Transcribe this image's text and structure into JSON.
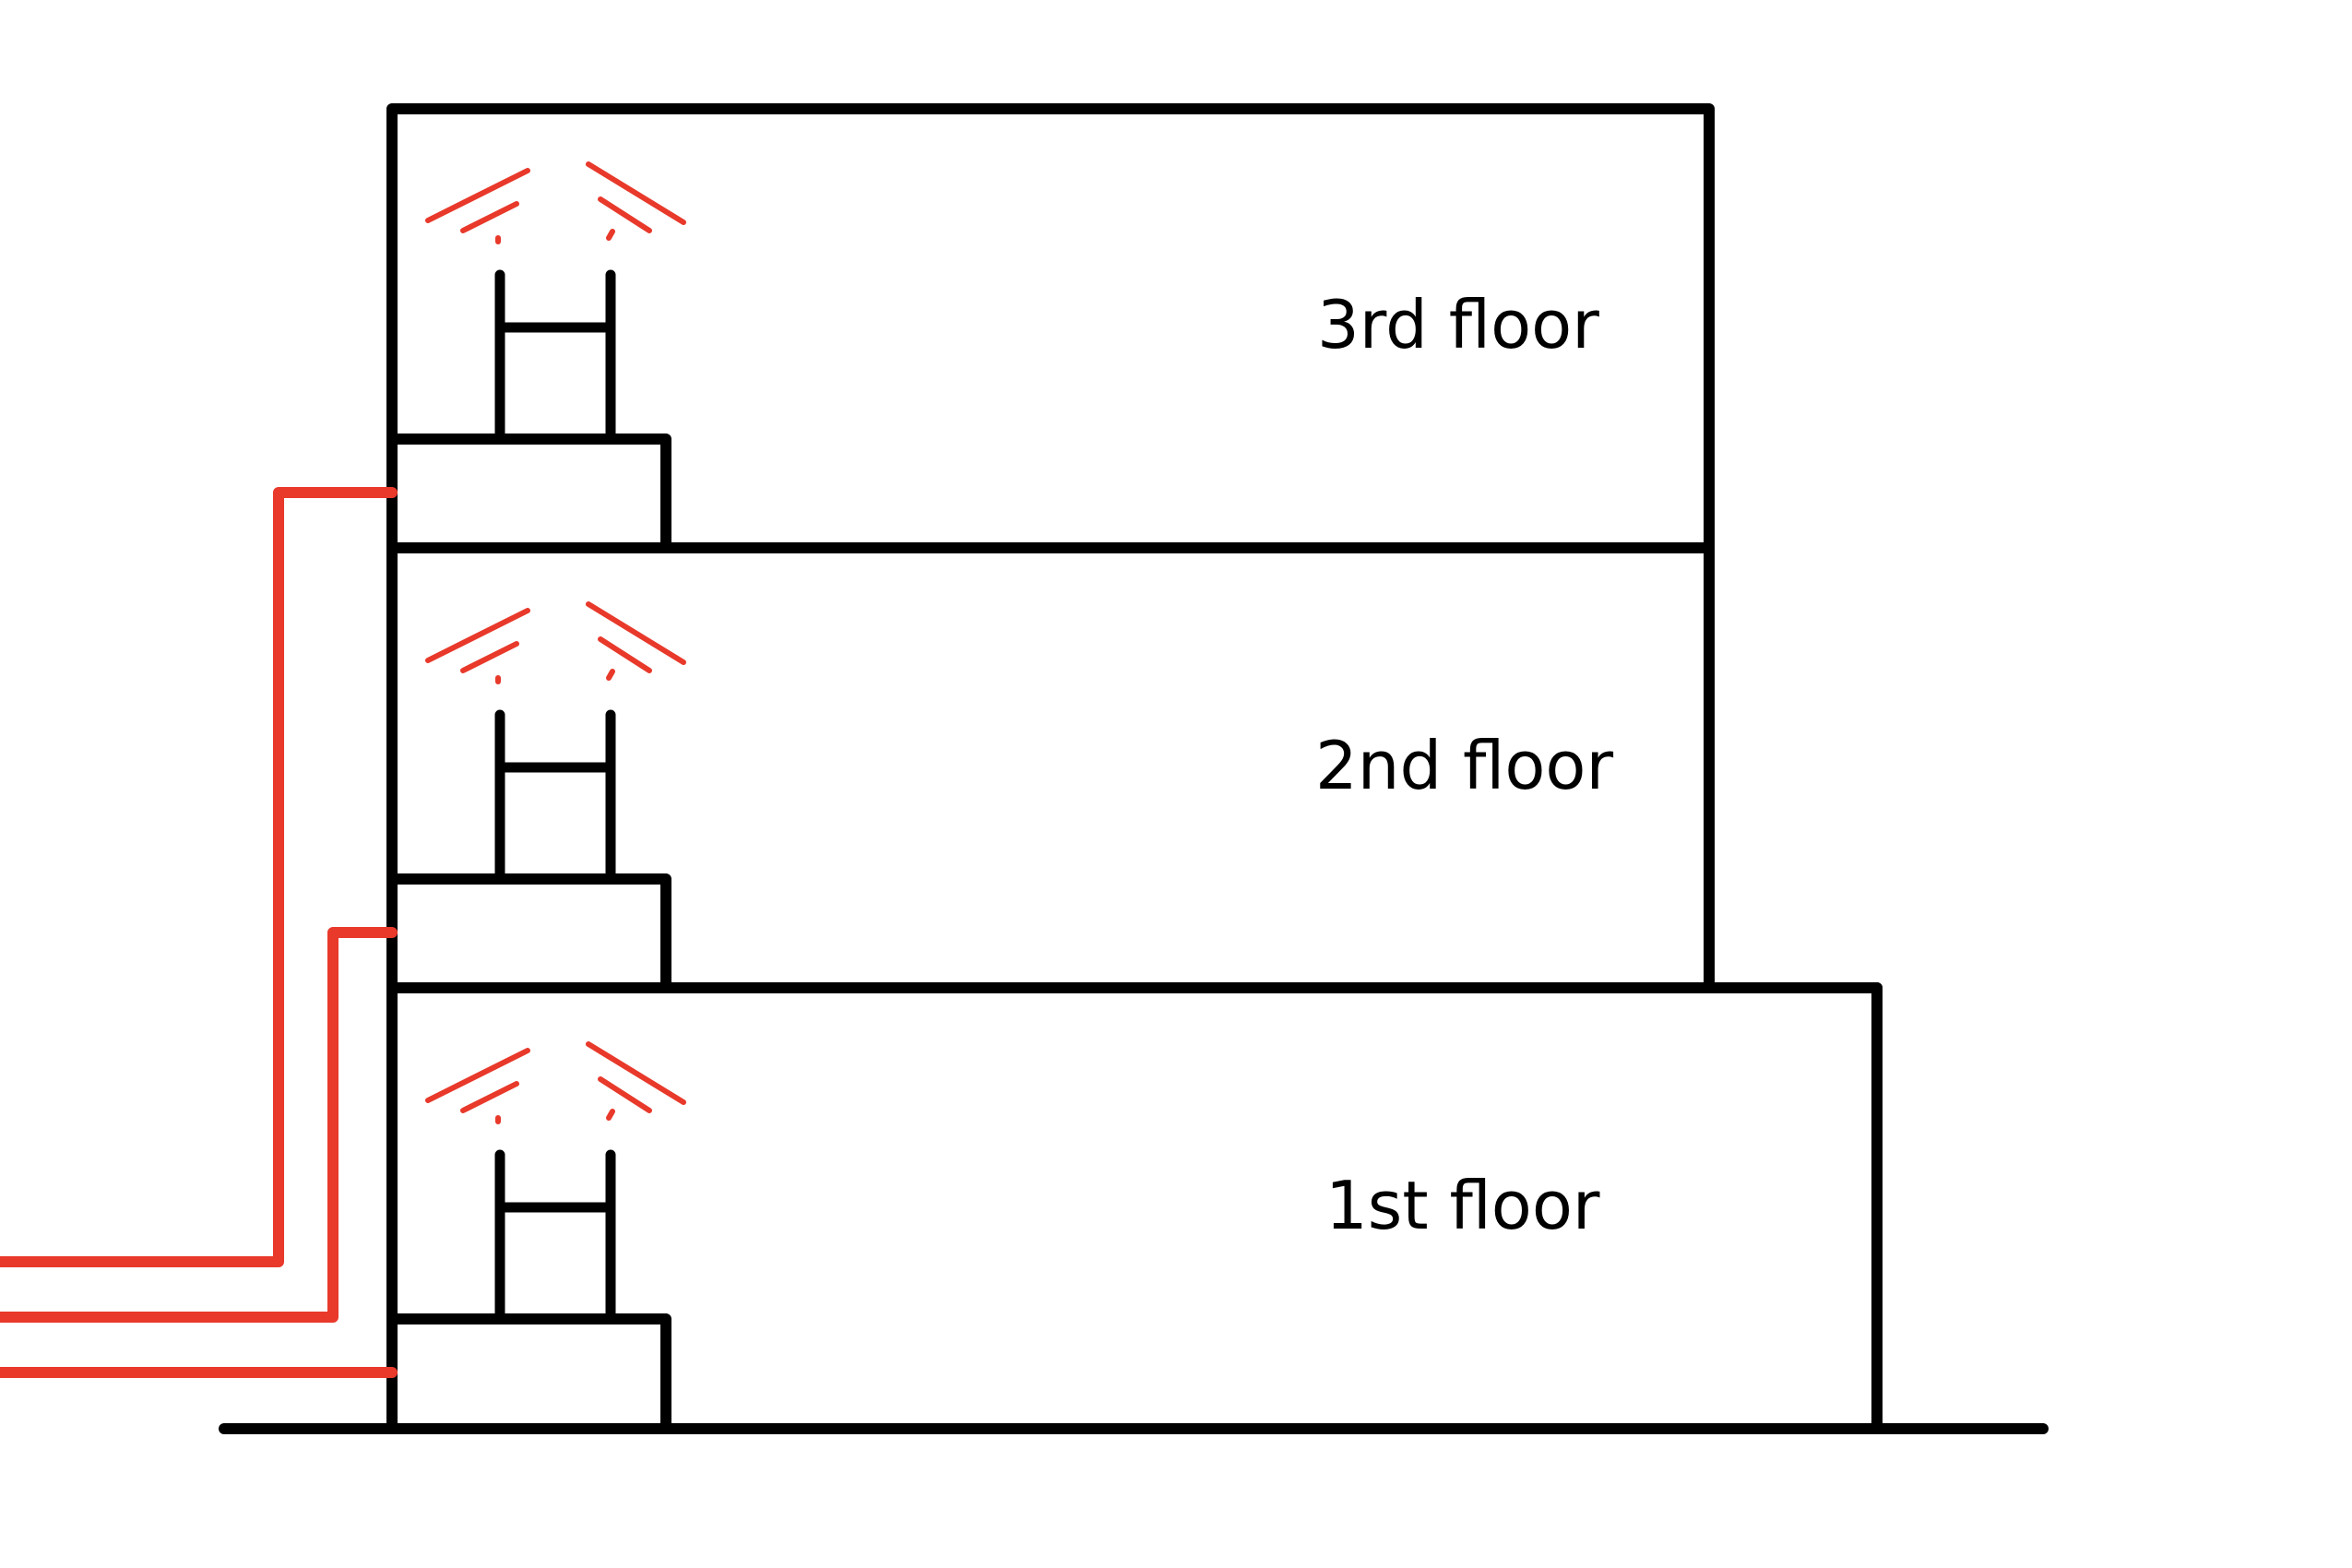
{
  "colors": {
    "structure": "#000000",
    "cable": "#e8392b",
    "background": "#ffffff"
  },
  "floors": [
    {
      "id": "floor-3",
      "label": "3rd floor"
    },
    {
      "id": "floor-2",
      "label": "2nd floor"
    },
    {
      "id": "floor-1",
      "label": "1st floor"
    }
  ],
  "icons": {
    "access_point": "wifi-router-icon",
    "cable": "network-cable"
  }
}
